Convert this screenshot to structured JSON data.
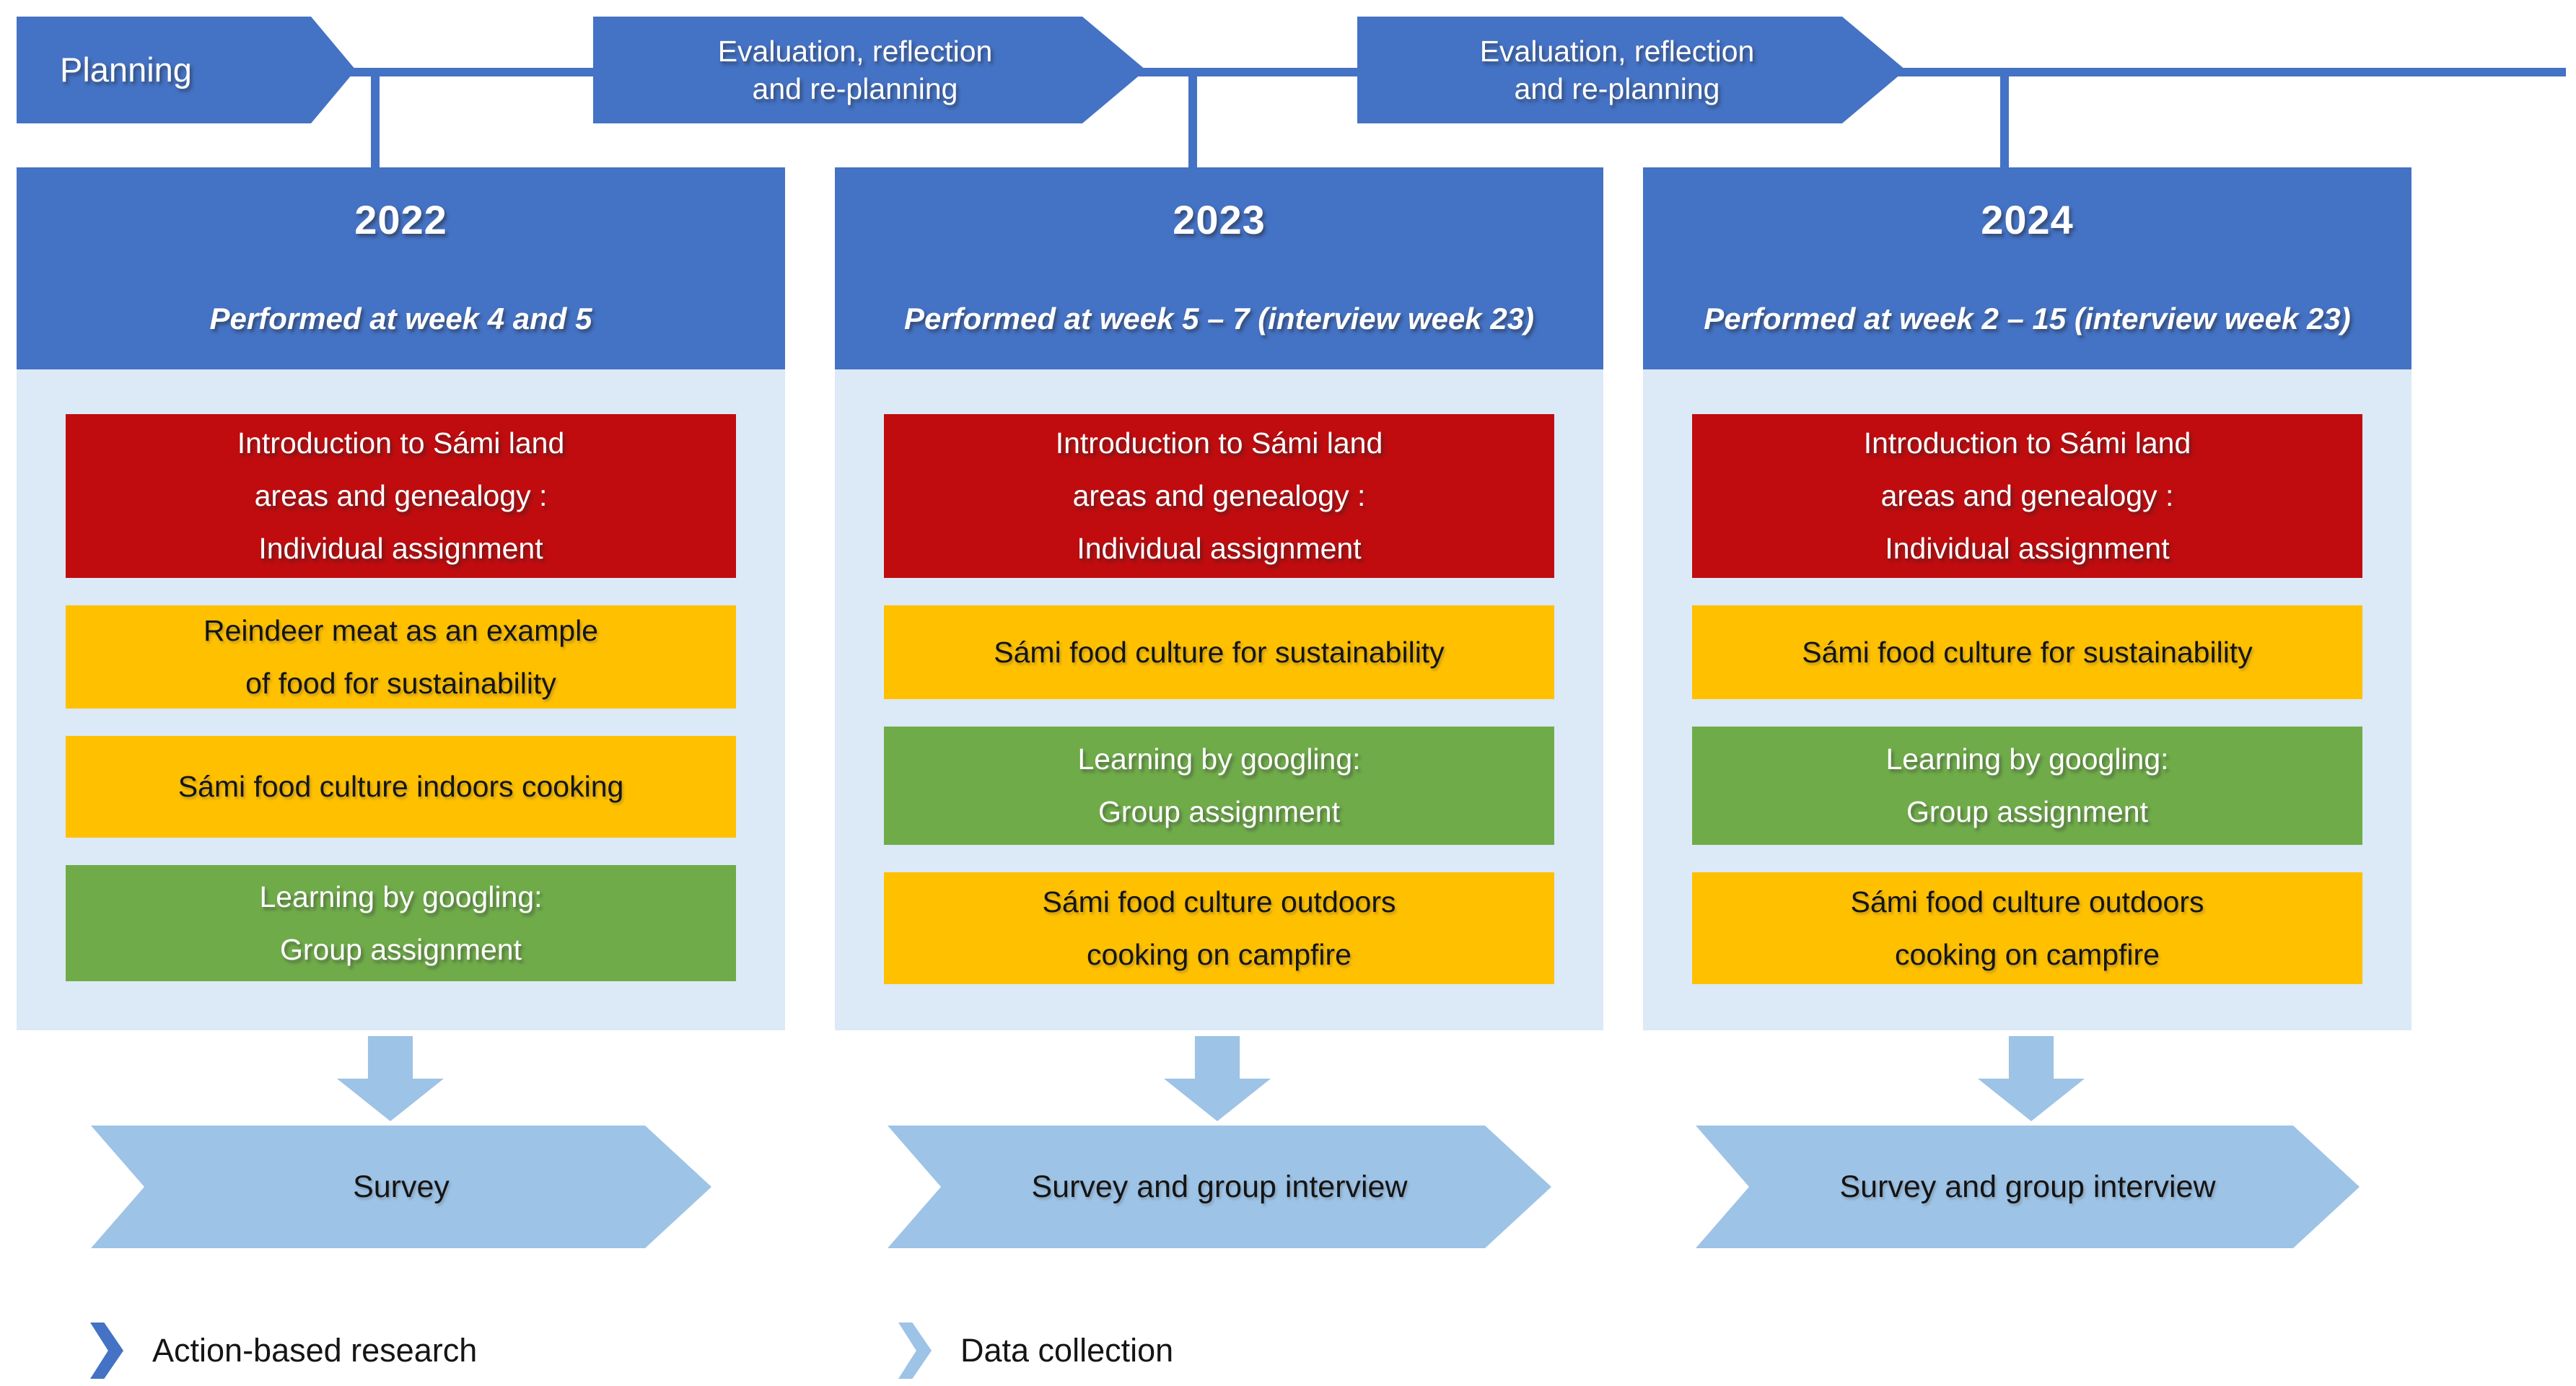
{
  "palette": {
    "accent_blue": "#4472C4",
    "panel_light_blue": "#DCE9F6",
    "arrow_light_blue": "#9DC3E6",
    "activity_red": "#C00C0F",
    "activity_yellow": "#FFC000",
    "activity_green": "#6FAC49"
  },
  "timeline": {
    "stages": [
      {
        "lines": [
          "Planning"
        ]
      },
      {
        "lines": [
          "Evaluation, reflection",
          "and re-planning"
        ]
      },
      {
        "lines": [
          "Evaluation, reflection",
          "and re-planning"
        ]
      }
    ]
  },
  "columns": [
    {
      "year": "2022",
      "subtitle": "Performed at week 4 and 5",
      "activities": [
        {
          "color": "red",
          "lines": [
            "Introduction to Sámi land",
            "areas and genealogy :",
            "Individual assignment"
          ]
        },
        {
          "color": "yellow",
          "lines": [
            "Reindeer meat as an example",
            "of food for sustainability"
          ]
        },
        {
          "color": "yellow",
          "lines": [
            "Sámi food culture indoors cooking"
          ]
        },
        {
          "color": "green",
          "lines": [
            "Learning by googling:",
            "Group assignment"
          ]
        }
      ],
      "outcome": "Survey"
    },
    {
      "year": "2023",
      "subtitle": "Performed at week 5 – 7 (interview week 23)",
      "activities": [
        {
          "color": "red",
          "lines": [
            "Introduction to Sámi land",
            "areas and genealogy :",
            "Individual assignment"
          ]
        },
        {
          "color": "yellow",
          "lines": [
            "Sámi food culture for sustainability"
          ]
        },
        {
          "color": "green",
          "lines": [
            "Learning by googling:",
            "Group assignment"
          ]
        },
        {
          "color": "yellow",
          "lines": [
            "Sámi food culture outdoors",
            "cooking on campfire"
          ]
        }
      ],
      "outcome": "Survey and group interview"
    },
    {
      "year": "2024",
      "subtitle": "Performed at week 2 – 15 (interview week 23)",
      "activities": [
        {
          "color": "red",
          "lines": [
            "Introduction to Sámi land",
            "areas and genealogy :",
            "Individual assignment"
          ]
        },
        {
          "color": "yellow",
          "lines": [
            "Sámi food culture for sustainability"
          ]
        },
        {
          "color": "green",
          "lines": [
            "Learning by googling:",
            "Group assignment"
          ]
        },
        {
          "color": "yellow",
          "lines": [
            "Sámi food culture outdoors",
            "cooking on campfire"
          ]
        }
      ],
      "outcome": "Survey and group interview"
    }
  ],
  "legend": [
    {
      "marker_color": "#4472C4",
      "label": "Action-based research"
    },
    {
      "marker_color": "#9DC3E6",
      "label": "Data collection"
    }
  ]
}
